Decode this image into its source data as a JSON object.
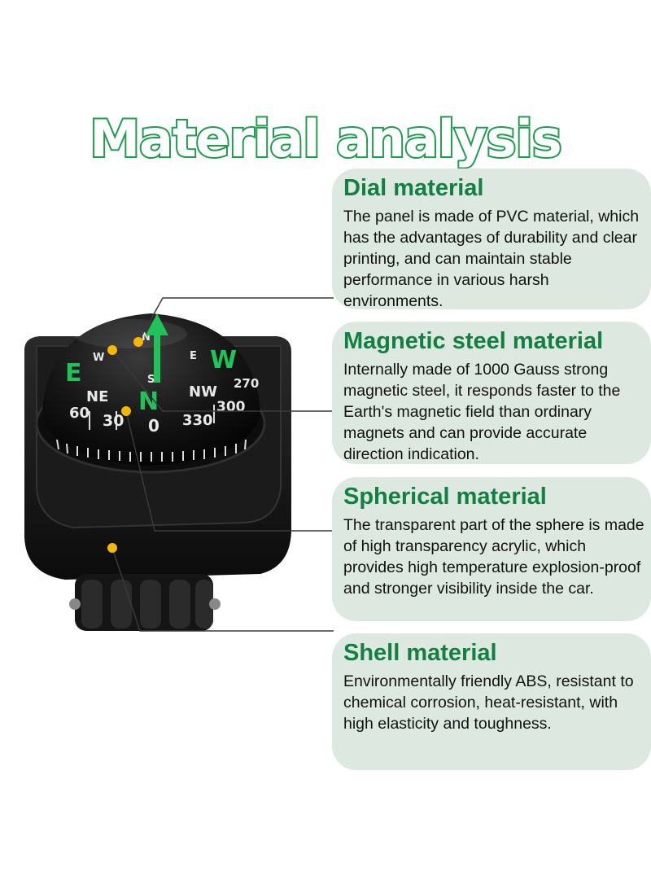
{
  "title": "Material analysis",
  "cards": [
    {
      "heading": "Dial material",
      "body": "The panel is made of PVC material, which has the advantages of durability and clear printing, and can maintain stable performance in various harsh environments."
    },
    {
      "heading": "Magnetic steel material",
      "body": "Internally made of 1000 Gauss strong magnetic steel, it responds faster to the Earth's magnetic field than ordinary magnets and can provide accurate direction indication."
    },
    {
      "heading": "Spherical material",
      "body": "The transparent part of the sphere is made of high transparency acrylic, which provides high temperature explosion-proof and stronger visibility inside the car."
    },
    {
      "heading": "Shell material",
      "body": "Environmentally friendly ABS, resistant to chemical corrosion, heat-resistant, with high elasticity and toughness."
    }
  ],
  "compass_dial": {
    "direction_labels": [
      "N",
      "NE",
      "NW",
      "E",
      "W",
      "S"
    ],
    "degree_labels": [
      "0",
      "30",
      "60",
      "330",
      "300",
      "270"
    ]
  },
  "colors": {
    "title_stroke": "#1f9c50",
    "heading": "#128040",
    "card_background": "#dde9e0",
    "marker": "#f5b800",
    "dial_accent": "#22c25a"
  }
}
